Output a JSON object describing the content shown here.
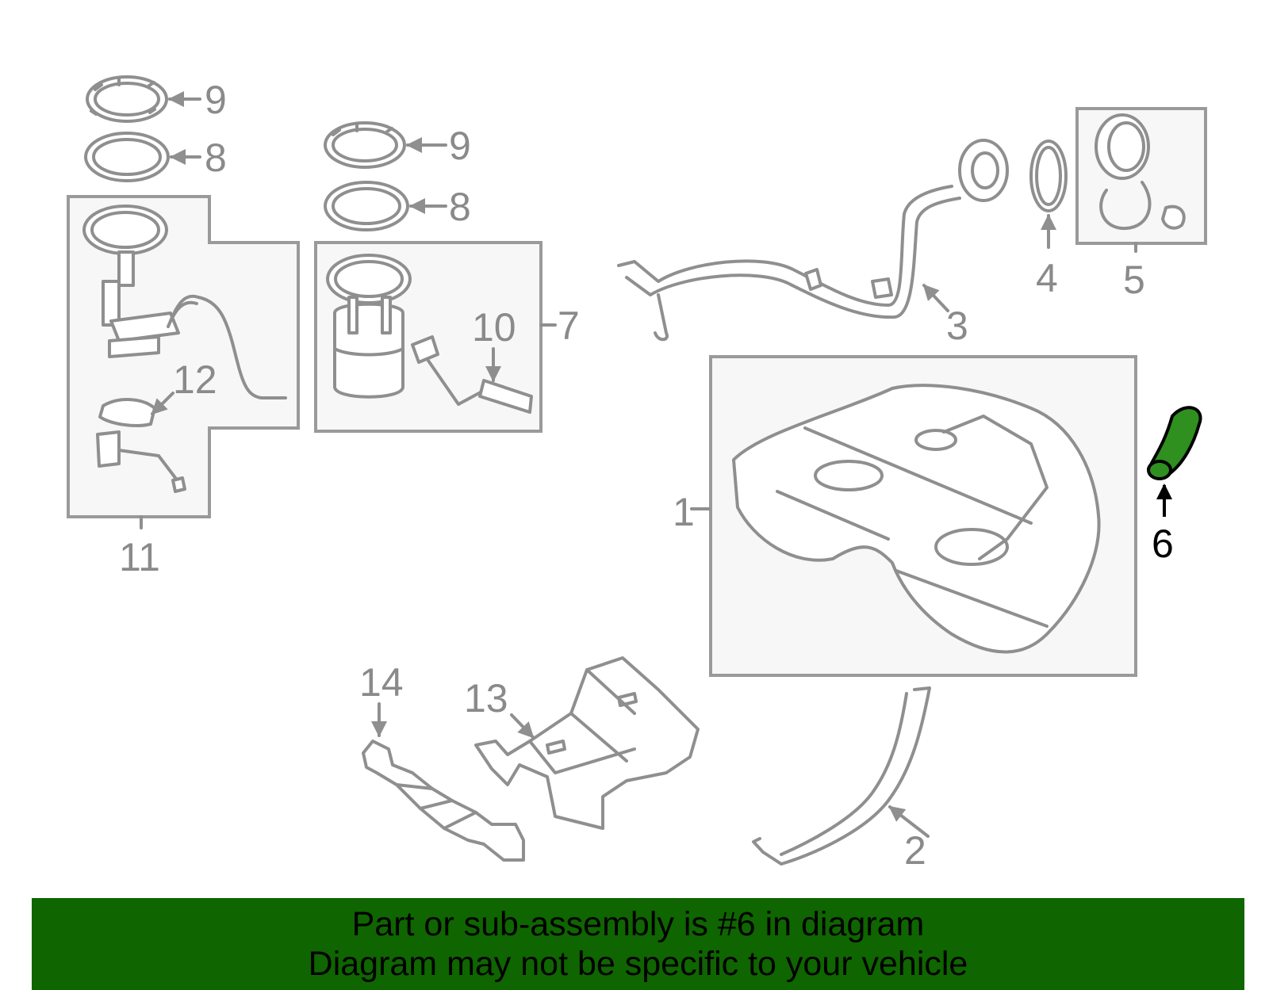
{
  "colors": {
    "banner": "#0f6500",
    "highlight_part": "#2f8f1f",
    "line_art": "#8f8f8f",
    "box_fill": "#f7f7f7"
  },
  "callouts": {
    "c1": "1",
    "c2": "2",
    "c3": "3",
    "c4": "4",
    "c5": "5",
    "c6": "6",
    "c7": "7",
    "c8a": "8",
    "c8b": "8",
    "c9a": "9",
    "c9b": "9",
    "c10": "10",
    "c11": "11",
    "c12": "12",
    "c13": "13",
    "c14": "14"
  },
  "highlighted_part": "6",
  "banner": {
    "line1": "Part or sub-assembly is #6 in diagram",
    "line2": "Diagram may not be specific to your vehicle"
  }
}
